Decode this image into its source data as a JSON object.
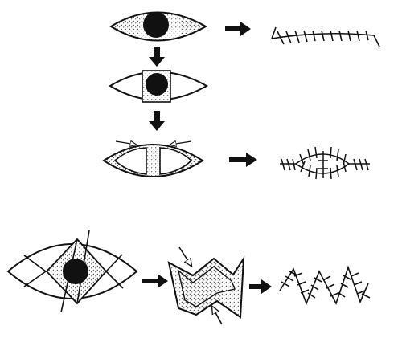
{
  "figure": {
    "background": "#ffffff",
    "ink": "#111111",
    "stipple": "#333333",
    "rows": [
      {
        "name": "row-1",
        "steps": [
          "elliptical-excision-with-lesion",
          "linear-sutured-closure"
        ]
      },
      {
        "name": "row-2",
        "steps": [
          "excision-with-rectangular-lesion-area"
        ]
      },
      {
        "name": "row-3",
        "steps": [
          "two-part-excision-with-central-bridge",
          "spindle-sutured-closure"
        ]
      },
      {
        "name": "row-4",
        "steps": [
          "elliptical-excision-with-triangular-flaps",
          "z-plasty-flaps-with-arrows",
          "zigzag-sutured-closure"
        ]
      }
    ],
    "icons": [
      "right-arrow-icon",
      "down-arrow-icon",
      "small-arrow-icon"
    ]
  }
}
